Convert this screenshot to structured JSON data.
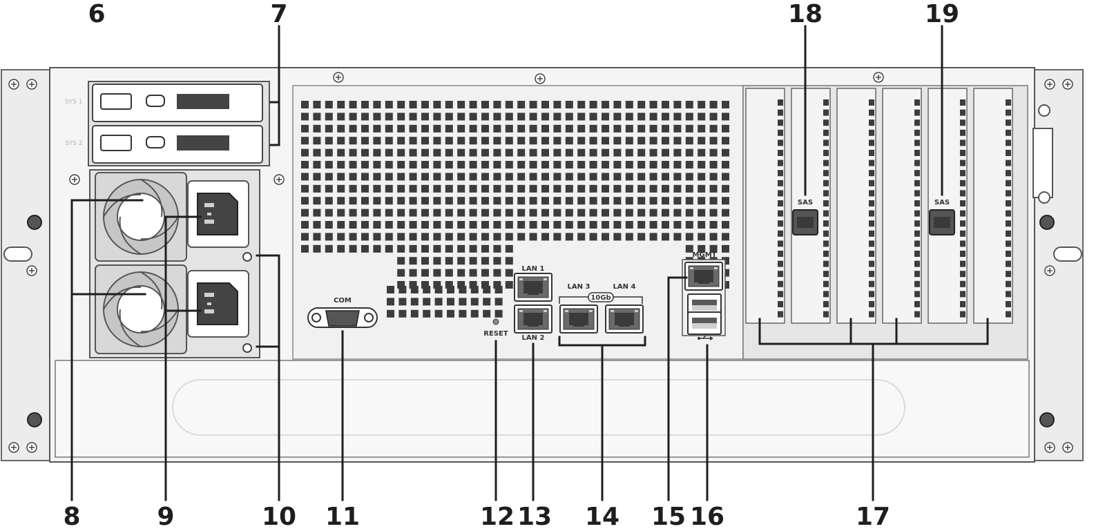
{
  "callouts": {
    "c6": "6",
    "c7": "7",
    "c8": "8",
    "c9": "9",
    "c10": "10",
    "c11": "11",
    "c12": "12",
    "c13": "13",
    "c14": "14",
    "c15": "15",
    "c16": "16",
    "c17": "17",
    "c18": "18",
    "c19": "19"
  },
  "labels": {
    "sys1": "SYS 1",
    "sys2": "SYS 2",
    "com": "COM",
    "reset": "RESET",
    "lan1": "LAN 1",
    "lan2": "LAN 2",
    "lan3": "LAN 3",
    "lan4": "LAN 4",
    "tengb": "10Gb",
    "mgmt": "MGMT",
    "sas1": "SAS",
    "sas2": "SAS"
  },
  "icons": {
    "usb": "usb-icon",
    "screw": "screw-icon",
    "fan": "fan-icon",
    "power": "power-socket-icon",
    "ethernet": "ethernet-port-icon"
  },
  "colors": {
    "line": "#1e1e1e",
    "chassis": "#f4f4f4",
    "panel": "#dcdcdc",
    "vent": "#3c3c3c",
    "port": "#4a4a4a"
  }
}
